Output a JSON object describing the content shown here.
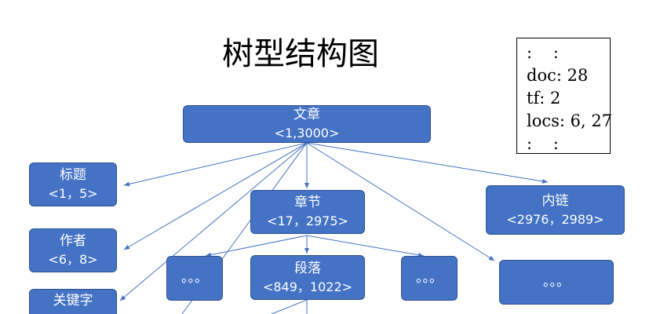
{
  "title": "树型结构图",
  "legend": {
    "line1": ":    :",
    "line2": "doc: 28",
    "line3": "tf: 2",
    "line4": "locs: 6, 27",
    "line5": ":    :"
  },
  "nodes": {
    "root": {
      "label": "文章",
      "range": "<1,3000>"
    },
    "title": {
      "label": "标题",
      "range": "<1，5>"
    },
    "author": {
      "label": "作者",
      "range": "<6，8>"
    },
    "keyword": {
      "label": "关键字"
    },
    "chapter": {
      "label": "章节",
      "range": "<17，2975>"
    },
    "link": {
      "label": "内链",
      "range": "<2976，2989>"
    },
    "para": {
      "label": "段落",
      "range": "<849，1022>"
    },
    "dotsLeft": {
      "label": "。。。"
    },
    "dotsRight": {
      "label": "。。。"
    },
    "dotsFar": {
      "label": "。。。"
    }
  },
  "colors": {
    "node_fill": "#4472c4",
    "edge": "#4472c4"
  }
}
